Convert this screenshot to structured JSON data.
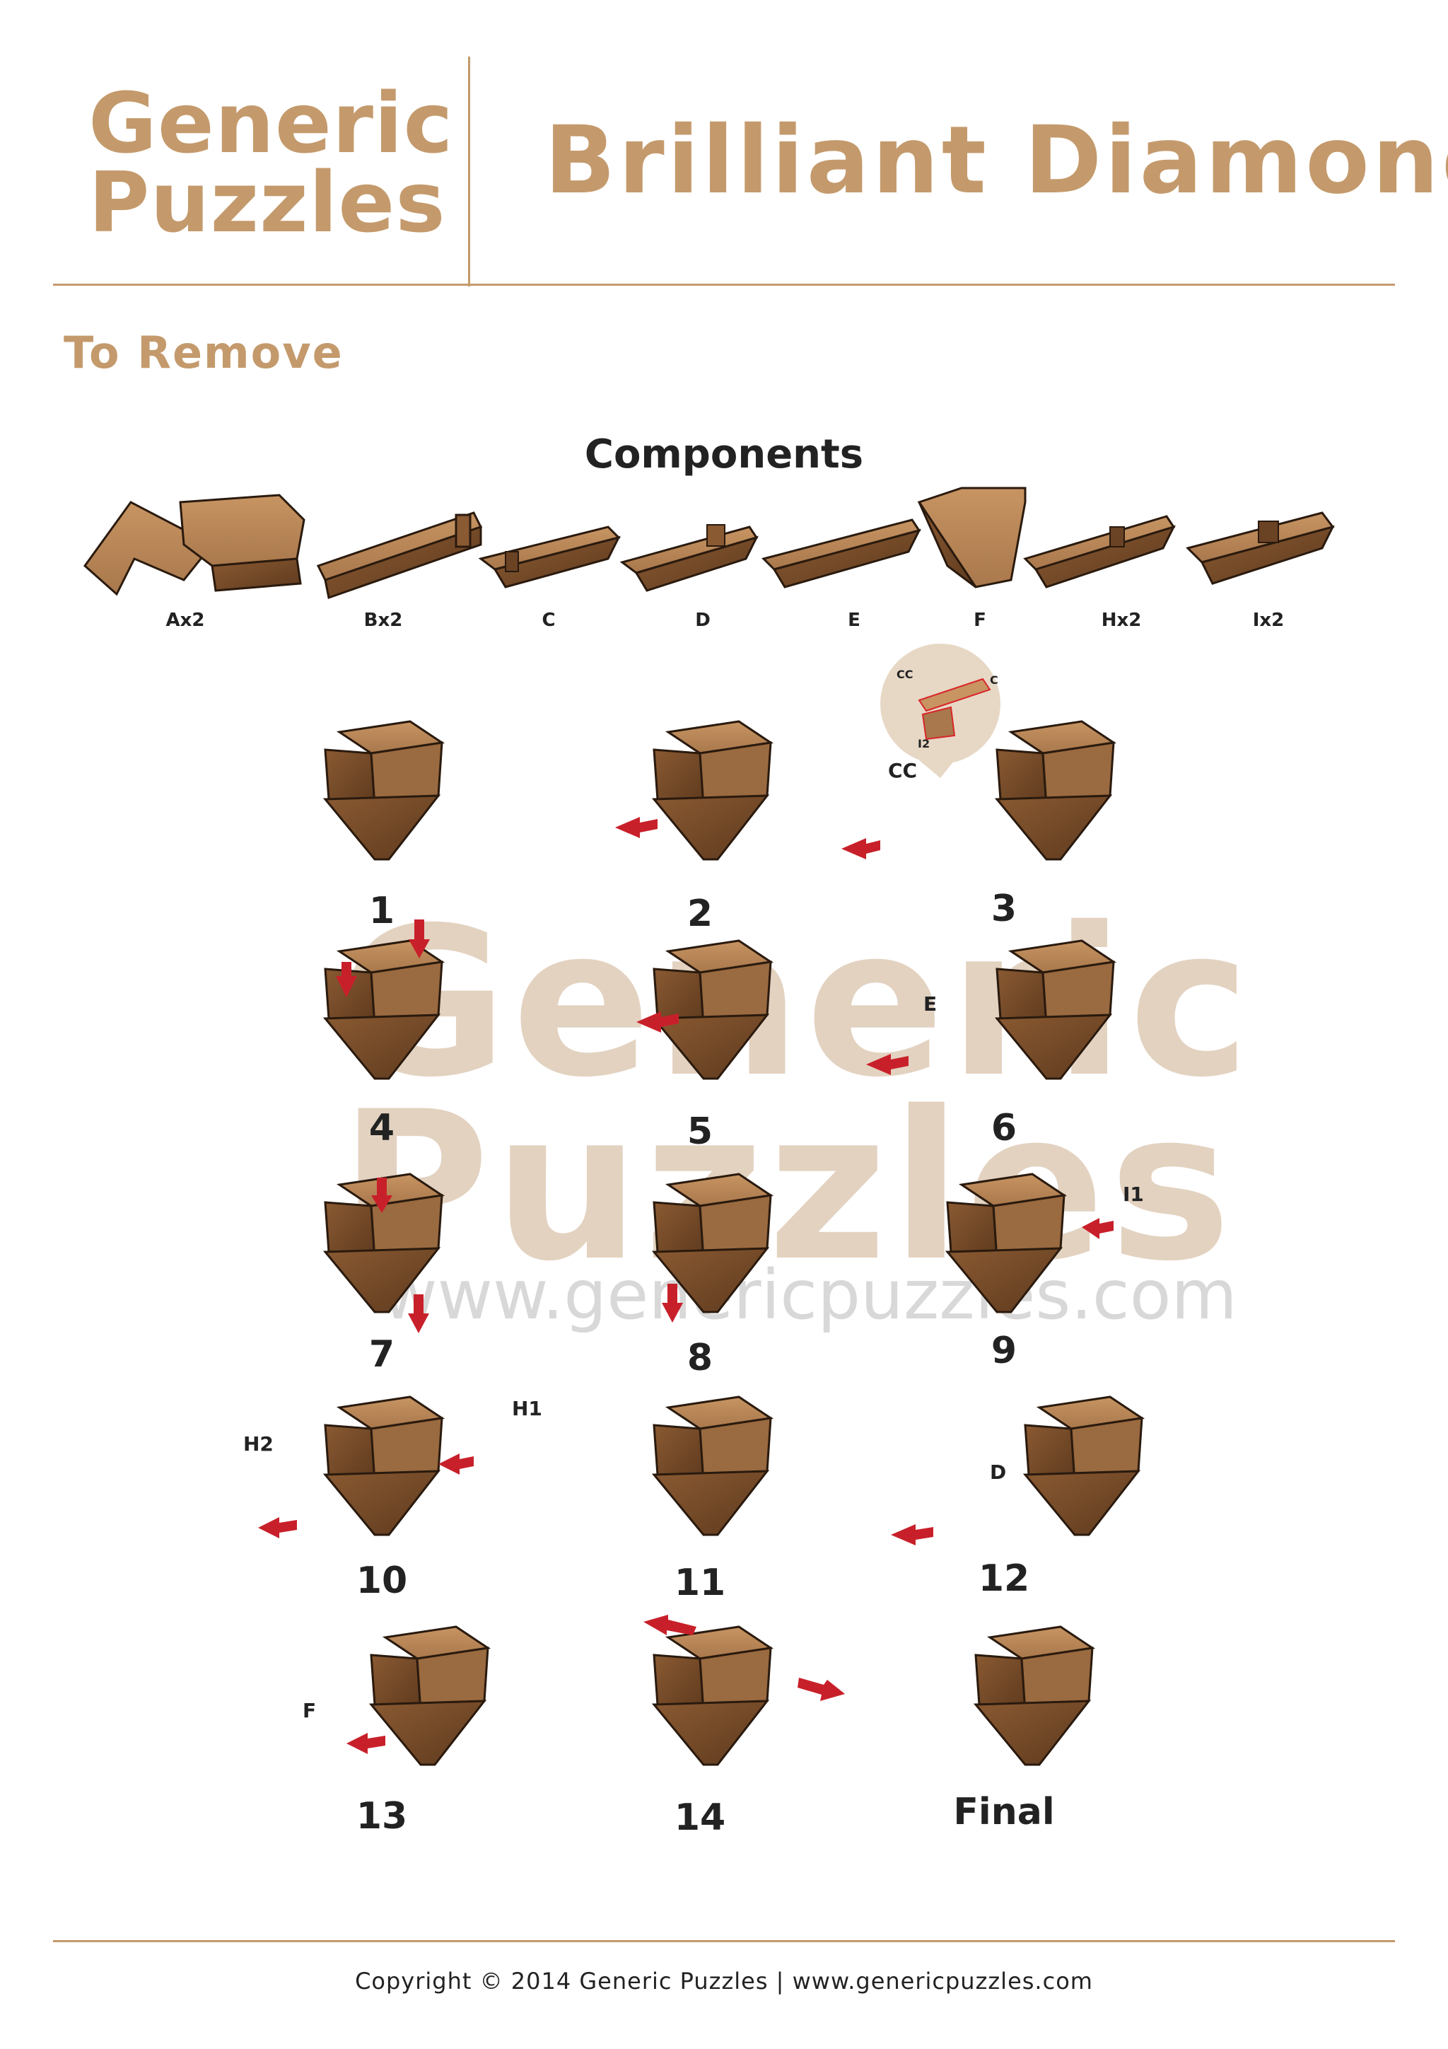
{
  "brand": {
    "line1": "Generic",
    "line2": "Puzzles"
  },
  "title": "Brilliant Diamond",
  "subtitle": "To Remove",
  "components_heading": "Components",
  "components": [
    "Ax2",
    "Bx2",
    "C",
    "D",
    "E",
    "F",
    "Hx2",
    "Ix2"
  ],
  "steps": [
    "1",
    "2",
    "3",
    "4",
    "5",
    "6",
    "7",
    "8",
    "9",
    "10",
    "11",
    "12",
    "13",
    "14",
    "Final"
  ],
  "callouts": {
    "cc_small": "CC",
    "c_small": "C",
    "i2_small": "I2",
    "cc": "CC",
    "e": "E",
    "i1": "I1",
    "h2": "H2",
    "h1": "H1",
    "d": "D",
    "f": "F"
  },
  "watermark": {
    "line1": "Generic",
    "line2": "Puzzles",
    "url": "www.genericpuzzles.com"
  },
  "footer": "Copyright © 2014 Generic Puzzles | www.genericpuzzles.com",
  "colors": {
    "accent": "#c49a6c",
    "wood": "#a9784c",
    "wood_dark": "#7a4f2c",
    "highlight": "#d9262a"
  }
}
